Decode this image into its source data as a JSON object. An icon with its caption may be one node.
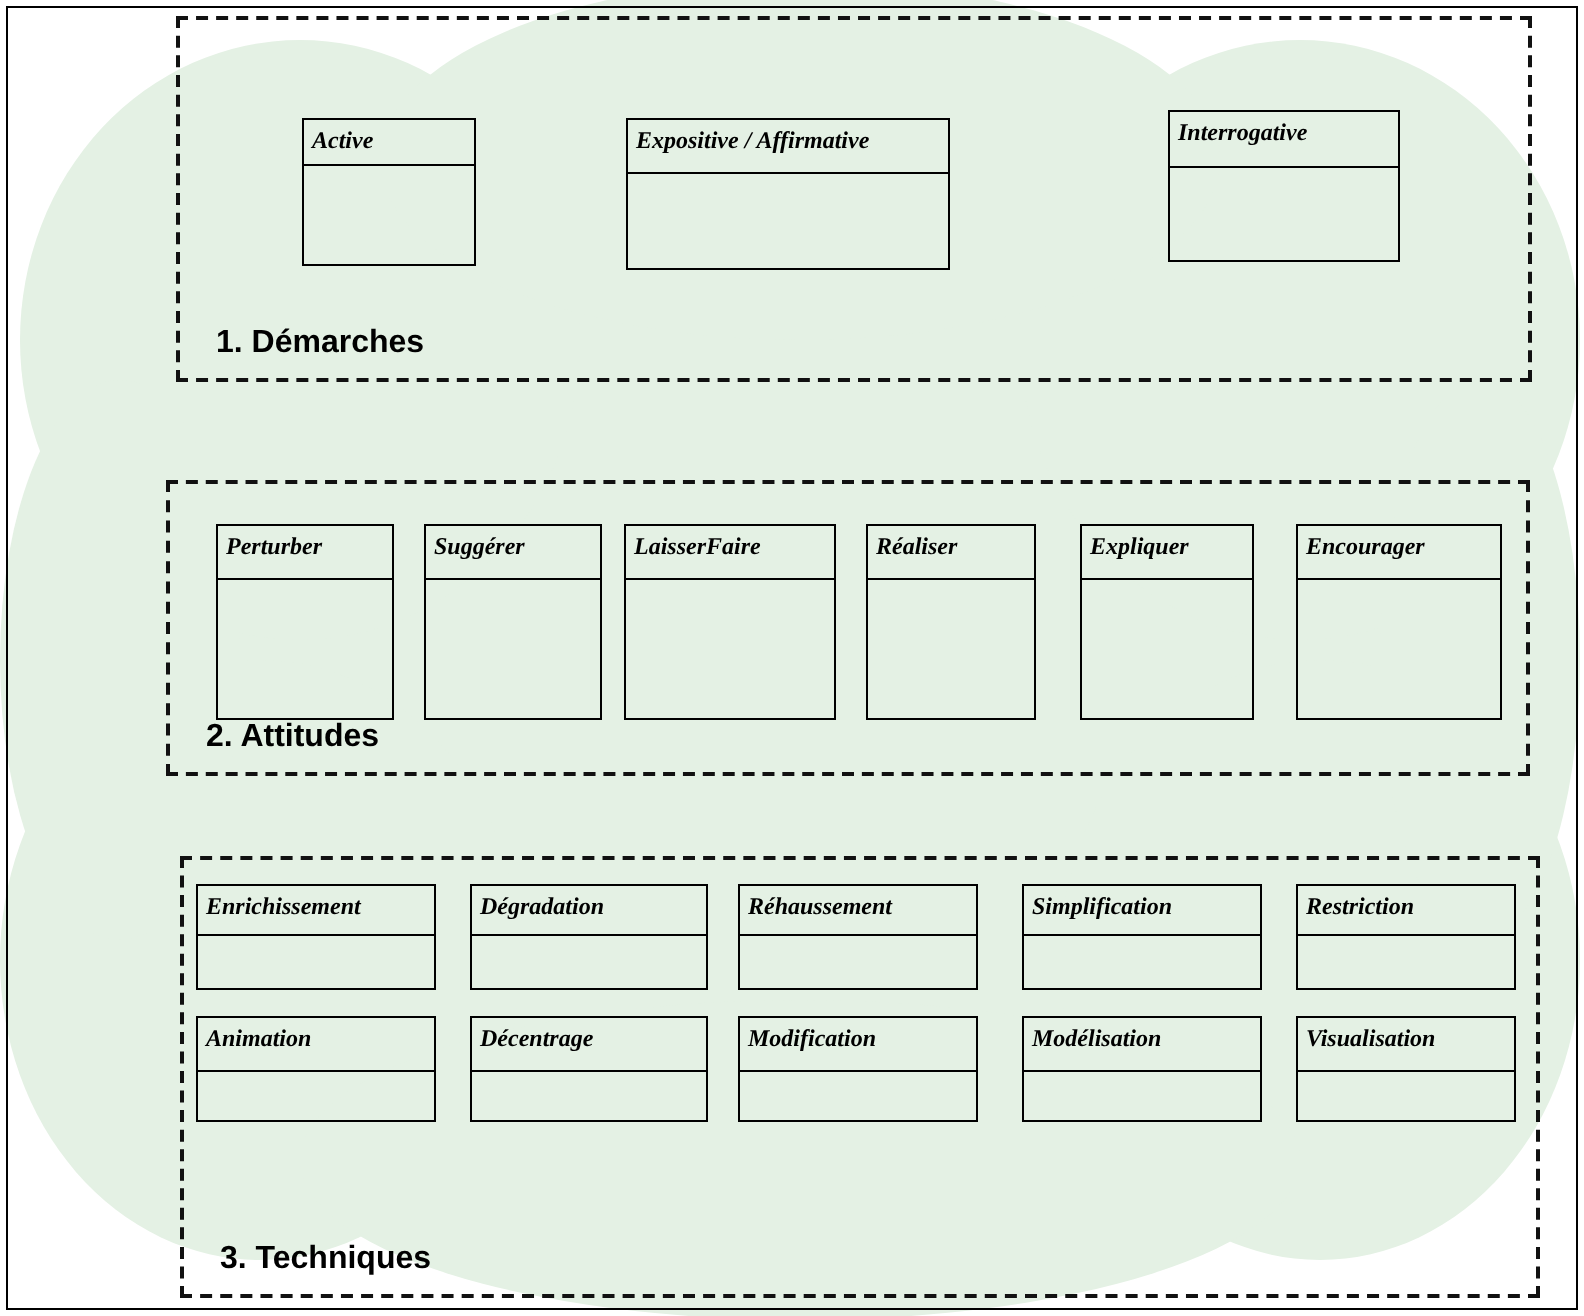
{
  "diagram": {
    "nodes": [
      {
        "text": [
          "1. Démarches"
        ]
      },
      {
        "text": [
          "Active"
        ],
        "in": 0
      },
      {
        "text": [
          "Expositive / Affirmative"
        ],
        "in": 0
      },
      {
        "text": [
          "Interrogative"
        ],
        "in": 0
      },
      {
        "text": [
          "2. Attitudes"
        ]
      },
      {
        "text": [
          "Perturber"
        ],
        "in": 4
      },
      {
        "text": [
          "Suggérer"
        ],
        "in": 4
      },
      {
        "text": [
          "LaisserFaire"
        ],
        "in": 4
      },
      {
        "text": [
          "Réaliser"
        ],
        "in": 4
      },
      {
        "text": [
          "Expliquer"
        ],
        "in": 4
      },
      {
        "text": [
          "Encourager"
        ],
        "in": 4
      },
      {
        "text": [
          "3. Techniques"
        ]
      },
      {
        "text": [
          "Enrichissement"
        ],
        "in": 11
      },
      {
        "text": [
          "Dégradation"
        ],
        "in": 11
      },
      {
        "text": [
          "Réhaussement"
        ],
        "in": 11
      },
      {
        "text": [
          "Simplification"
        ],
        "in": 11
      },
      {
        "text": [
          "Restriction"
        ],
        "in": 11
      },
      {
        "text": [
          "Animation"
        ],
        "in": 11
      },
      {
        "text": [
          "Décentrage"
        ],
        "in": 11
      },
      {
        "text": [
          "Modification"
        ],
        "in": 11
      },
      {
        "text": [
          "Modélisation"
        ],
        "in": 11
      },
      {
        "text": [
          "Visualisation"
        ],
        "in": 11
      }
    ]
  }
}
